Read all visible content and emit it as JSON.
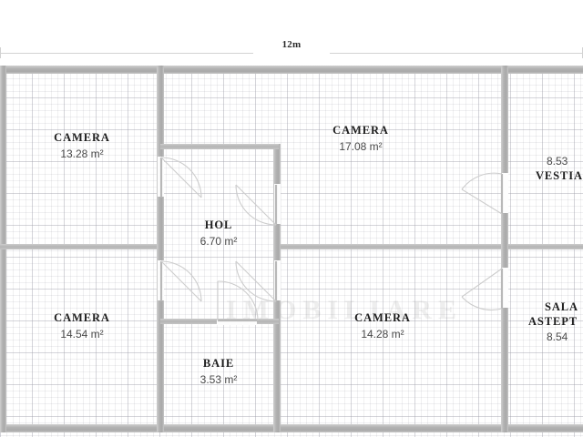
{
  "dimension": {
    "top_label": "12m"
  },
  "watermark": {
    "text": "IMOBILIARE"
  },
  "plan": {
    "rooms": [
      {
        "id": "camera-top-left",
        "name": "CAMERA",
        "area": "13.28 m²"
      },
      {
        "id": "camera-top-center",
        "name": "CAMERA",
        "area": "17.08 m²"
      },
      {
        "id": "vestiar",
        "name": "VESTIA",
        "area": "8.53"
      },
      {
        "id": "hol",
        "name": "HOL",
        "area": "6.70 m²"
      },
      {
        "id": "camera-bottom-left",
        "name": "CAMERA",
        "area": "14.54 m²"
      },
      {
        "id": "baie",
        "name": "BAIE",
        "area": "3.53 m²"
      },
      {
        "id": "camera-bottom-center",
        "name": "CAMERA",
        "area": "14.28 m²"
      },
      {
        "id": "sala-asteptare",
        "name_line1": "SALA",
        "name_line2": "ASTEPT",
        "area": "8.54"
      }
    ]
  },
  "colors": {
    "wall": "#b2b2b2",
    "label_text": "#1e1e1e",
    "area_text": "#4a4a4a",
    "background": "#ffffff",
    "grid_line": "#a0a0aa"
  }
}
